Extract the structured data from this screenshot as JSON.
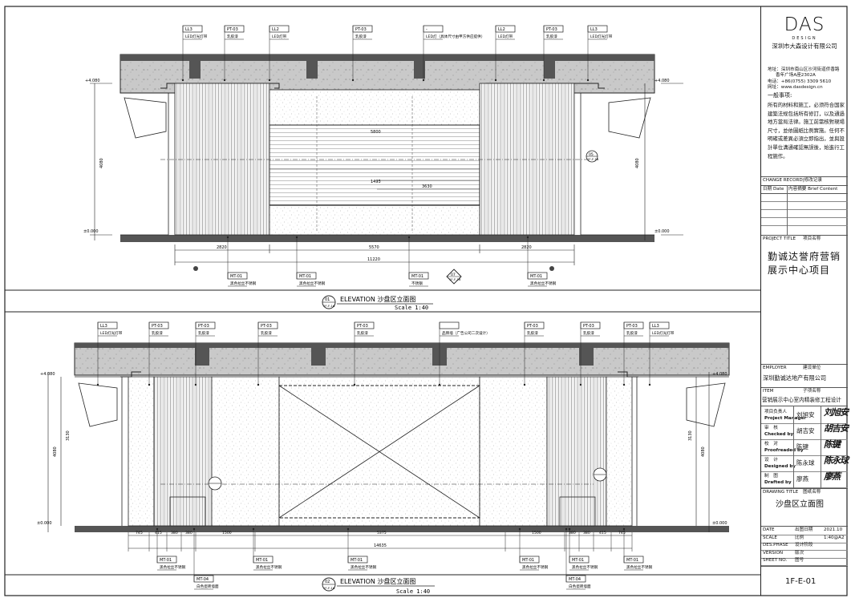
{
  "drawing": {
    "elev1": {
      "marker_num": "01",
      "marker_ref": "1F-F-16",
      "title": "ELEVATION 沙盘区立面图",
      "scale": "Scale 1:40",
      "top_tags": [
        {
          "code": "LL3",
          "desc": "LED灯光灯带"
        },
        {
          "code": "PT-03",
          "desc": "乳胶漆"
        },
        {
          "code": "LL2",
          "desc": "LED灯带"
        },
        {
          "code": "PT-03",
          "desc": "乳胶漆"
        },
        {
          "code": "-",
          "desc": "LED灯（具体尺寸由甲方供应提供）"
        },
        {
          "code": "LL2",
          "desc": "LED灯带"
        },
        {
          "code": "PT-03",
          "desc": "乳胶漆"
        },
        {
          "code": "LL3",
          "desc": "LED灯光灯带"
        }
      ],
      "bottom_tags": [
        {
          "code": "MT-01",
          "desc": "黑色拉丝不锈钢"
        },
        {
          "code": "MT-01",
          "desc": "黑色拉丝不锈钢"
        },
        {
          "code": "MT-01",
          "desc": "不锈钢"
        },
        {
          "code": "MT-01",
          "desc": "黑色拉丝不锈钢"
        }
      ],
      "dims_bottom": [
        "2820",
        "5570",
        "2820"
      ],
      "dim_total": "11220",
      "dims_inner": [
        "5800",
        "1493",
        "3630"
      ],
      "levels": [
        "+4.080",
        "±0.000",
        "+4.080",
        "±0.000"
      ],
      "height_dims": [
        "4080",
        "4080"
      ],
      "section_right": {
        "num": "05",
        "ref": "1F-F-16"
      },
      "section_bottom": {
        "num": "07",
        "ref": "1F-F-16"
      }
    },
    "elev2": {
      "marker_num": "02",
      "marker_ref": "1F-F-16",
      "title": "ELEVATION 沙盘区立面图",
      "scale": "Scale 1:40",
      "top_tags": [
        {
          "code": "LL3",
          "desc": "LED灯光灯带"
        },
        {
          "code": "PT-03",
          "desc": "乳胶漆"
        },
        {
          "code": "PT-03",
          "desc": "乳胶漆"
        },
        {
          "code": "PT-03",
          "desc": "乳胶漆"
        },
        {
          "code": "PT-03",
          "desc": "乳胶漆"
        },
        {
          "code": "",
          "desc": "品牌墙（广告公司二次设计）"
        },
        {
          "code": "PT-03",
          "desc": "乳胶漆"
        },
        {
          "code": "PT-03",
          "desc": "乳胶漆"
        },
        {
          "code": "PT-03",
          "desc": "乳胶漆"
        },
        {
          "code": "LL3",
          "desc": "LED灯光灯带"
        }
      ],
      "bottom_tags": [
        {
          "code": "MT-01",
          "desc": "黑色拉丝不锈钢"
        },
        {
          "code": "MT-04",
          "desc": "白色瓷砖墙面"
        },
        {
          "code": "MT-01",
          "desc": "黑色拉丝不锈钢"
        },
        {
          "code": "MT-01",
          "desc": "黑色拉丝不锈钢"
        },
        {
          "code": "MT-01",
          "desc": "黑色拉丝不锈钢"
        },
        {
          "code": "MT-01",
          "desc": "黑色拉丝不锈钢"
        },
        {
          "code": "MT-04",
          "desc": "白色瓷砖墙面"
        },
        {
          "code": "MT-01",
          "desc": "黑色拉丝不锈钢"
        }
      ],
      "dims_bottom": [
        "745",
        "415",
        "380",
        "380",
        "1500",
        "5375",
        "1500",
        "380",
        "380",
        "415",
        "745"
      ],
      "dim_total": "14635",
      "levels": [
        "+4.080",
        "±0.000",
        "+4.080",
        "±0.000"
      ],
      "height_dims": [
        "4080",
        "3130",
        "4080",
        "3130"
      ]
    }
  },
  "title_block": {
    "logo": "DAS",
    "logo_sub": "DESIGN",
    "company": "深圳市大森设计有限公司",
    "address_lines": [
      "地址：深圳市南山区沙河街道侨香路",
      "香年广场A座2302A",
      "电话：+86(0755) 3309 5610",
      "网址：www.dasdesign.cn"
    ],
    "notes_heading": "一般事项:",
    "notes": "所有的材料和施工，必须符合国家建築法规包括所有修訂，以及通過地方當局法律。施工前需核對現場尺寸，並依圖紙比例實施。任何不明確或差異必須立即指出，並與設計單位溝通確認無誤後，始進行工程施作。",
    "change_record": "CHANGE RECORD|修改记录",
    "col_date": "日期 Date",
    "col_content": "内容摘要 Brief Content",
    "project_title_label": "PROJECT TITLE",
    "project_title_cn_label": "项目名称",
    "project_name": "勤诚达誉府营销展示中心项目",
    "employer_label": "EMPLOYER",
    "employer_cn_label": "建设单位",
    "employer": "深圳勤诚达地产有限公司",
    "item_label": "ITEM",
    "item_cn_label": "子项名称",
    "item": "营销展示中心室内精装修工程设计",
    "roles": [
      {
        "cn": "项目负责人",
        "en": "Project Manager",
        "name": "刘旭安"
      },
      {
        "cn": "审　核",
        "en": "Checked by",
        "name": "胡吉安"
      },
      {
        "cn": "校　对",
        "en": "Proofreaded by",
        "name": "陈键"
      },
      {
        "cn": "设　计",
        "en": "Designed by",
        "name": "陈永球"
      },
      {
        "cn": "制　图",
        "en": "Drafted by",
        "name": "廖燕"
      }
    ],
    "drawing_title_label": "DRAWING TITLE",
    "drawing_title_cn_label": "图纸名称",
    "drawing_title": "沙盘区立面图",
    "meta": [
      {
        "en": "DATE",
        "cn": "出图日期",
        "val": "2021.10"
      },
      {
        "en": "SCALE",
        "cn": "比例",
        "val": "1:40@A2"
      },
      {
        "en": "DES.PHASE",
        "cn": "设计阶段",
        "val": ""
      },
      {
        "en": "VERSION",
        "cn": "版次",
        "val": ""
      },
      {
        "en": "SHEET NO.",
        "cn": "图号",
        "val": ""
      }
    ],
    "sheet_no": "1F-E-01"
  }
}
